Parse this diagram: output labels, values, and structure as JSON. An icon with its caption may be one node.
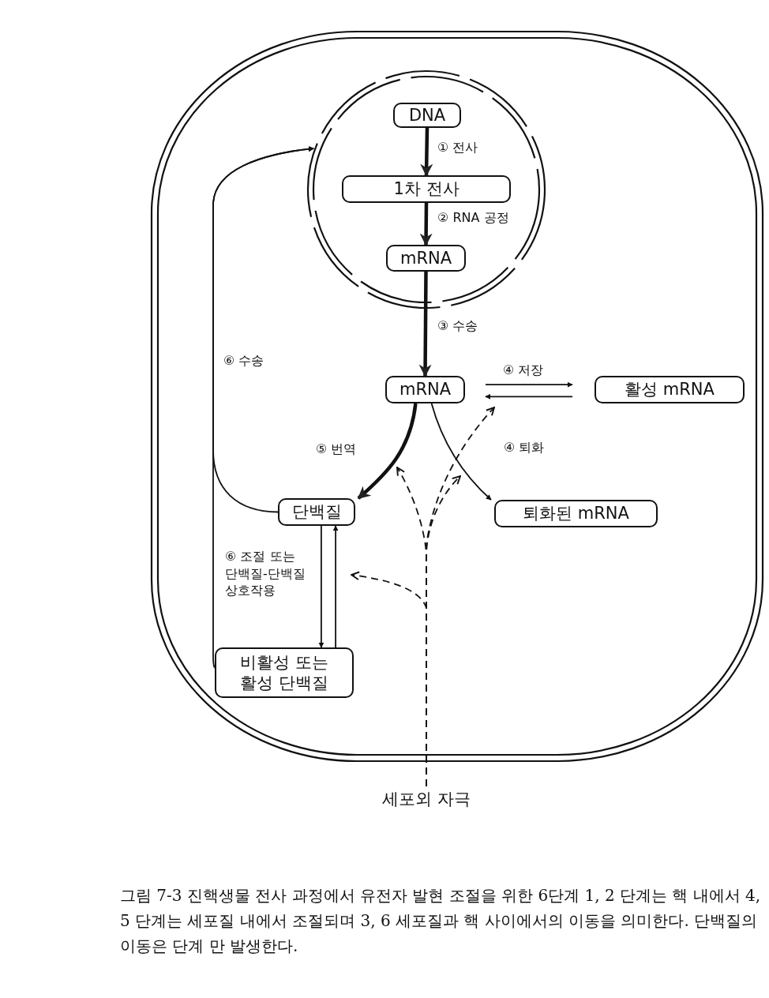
{
  "diagram": {
    "caption": "그림 7-3 진핵생물 전사 과정에서 유전자 발현 조절을 위한 6단계 1, 2 단계는 핵 내에서 4, 5 단계는 세포질 내에서 조절되며 3, 6 세포질과 핵 사이에서의 이동을 의미한다. 단백질의 이동은 단계 만 발생한다.",
    "nodes": [
      {
        "text": [],
        "shape": "ellipse"
      },
      {
        "text": [],
        "shape": "circle",
        "in": 0
      },
      {
        "text": [
          "DNA"
        ],
        "in": 1
      },
      {
        "text": [
          "1차 전사"
        ],
        "in": 1
      },
      {
        "text": [
          "mRNA"
        ],
        "in": 1
      },
      {
        "text": [
          "mRNA"
        ],
        "in": 0
      },
      {
        "text": [
          "활성 mRNA"
        ],
        "in": 0
      },
      {
        "text": [
          "단백질"
        ],
        "in": 0
      },
      {
        "text": [
          "퇴화된 mRNA"
        ],
        "in": 0
      },
      {
        "text": [
          "비활성 또는 활성 단백질"
        ],
        "in": 0
      },
      {
        "text": [
          "세포외 자극"
        ]
      }
    ],
    "edges": [
      {
        "from": 2,
        "to": 3,
        "arrow": "to",
        "label": "① 전사",
        "style": "thick"
      },
      {
        "from": 3,
        "to": 4,
        "arrow": "to",
        "label": "② RNA 공정",
        "style": "thick"
      },
      {
        "from": 4,
        "to": 5,
        "arrow": "to",
        "label": "③ 수송",
        "style": "thick"
      },
      {
        "from": 5,
        "to": 6,
        "arrow": "to",
        "label": "④ 저장"
      },
      {
        "from": 6,
        "to": 5,
        "arrow": "to"
      },
      {
        "from": 5,
        "to": 7,
        "arrow": "to",
        "label": "⑤ 번역",
        "style": "thick"
      },
      {
        "from": 5,
        "to": 8,
        "arrow": "to",
        "label": "④ 퇴화"
      },
      {
        "from": 7,
        "to": 1,
        "arrow": "to",
        "label": "⑥ 수송"
      },
      {
        "from": 9,
        "to": 1,
        "arrow": "to"
      },
      {
        "from": 7,
        "to": 9,
        "arrow": "to",
        "label": "⑥ 조절 또는 단백질-단백질 상호작용"
      },
      {
        "from": 9,
        "to": 7,
        "arrow": "to"
      },
      {
        "from": 10,
        "to": null,
        "arrow": "to",
        "style": "dashed"
      },
      {
        "from": 10,
        "to": null,
        "arrow": "to",
        "style": "dashed"
      },
      {
        "from": 10,
        "to": null,
        "arrow": "to",
        "style": "dashed"
      },
      {
        "from": 10,
        "to": null,
        "arrow": "to",
        "style": "dashed"
      }
    ]
  }
}
